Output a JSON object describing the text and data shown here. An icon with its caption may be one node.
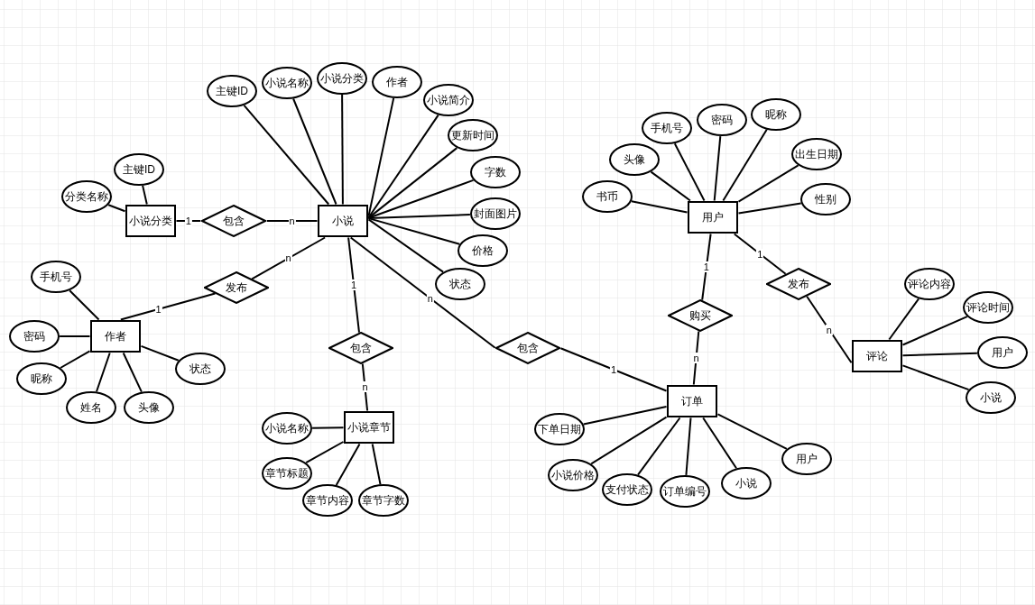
{
  "diagram": {
    "nodes": [
      {
        "text": [
          "主键ID"
        ]
      },
      {
        "text": [
          "小说名称"
        ]
      },
      {
        "text": [
          "小说分类"
        ]
      },
      {
        "text": [
          "作者"
        ]
      },
      {
        "text": [
          "小说简介"
        ]
      },
      {
        "text": [
          "更新时间"
        ]
      },
      {
        "text": [
          "字数"
        ]
      },
      {
        "text": [
          "封面图片"
        ]
      },
      {
        "text": [
          "价格"
        ]
      },
      {
        "text": [
          "状态"
        ]
      },
      {
        "text": [
          "主键ID"
        ]
      },
      {
        "text": [
          "分类名称"
        ]
      },
      {
        "text": [
          "小说分类"
        ]
      },
      {
        "text": [
          "包含"
        ]
      },
      {
        "text": [
          "小说"
        ]
      },
      {
        "text": [
          "手机号"
        ]
      },
      {
        "text": [
          "密码"
        ]
      },
      {
        "text": [
          "昵称"
        ]
      },
      {
        "text": [
          "头像"
        ]
      },
      {
        "text": [
          "出生日期"
        ]
      },
      {
        "text": [
          "书币"
        ]
      },
      {
        "text": [
          "性别"
        ]
      },
      {
        "text": [
          "用户"
        ]
      },
      {
        "text": [
          "手机号"
        ]
      },
      {
        "text": [
          "发布"
        ]
      },
      {
        "text": [
          "发布"
        ]
      },
      {
        "text": [
          "评论内容"
        ]
      },
      {
        "text": [
          "购买"
        ]
      },
      {
        "text": [
          "作者"
        ]
      },
      {
        "text": [
          "密码"
        ]
      },
      {
        "text": [
          "包含"
        ]
      },
      {
        "text": [
          "包含"
        ]
      },
      {
        "text": [
          "评论时间"
        ]
      },
      {
        "text": [
          "评论"
        ]
      },
      {
        "text": [
          "用户"
        ]
      },
      {
        "text": [
          "状态"
        ]
      },
      {
        "text": [
          "昵称"
        ]
      },
      {
        "text": [
          "小说"
        ]
      },
      {
        "text": [
          "订单"
        ]
      },
      {
        "text": [
          "姓名"
        ]
      },
      {
        "text": [
          "头像"
        ]
      },
      {
        "text": [
          "小说章节"
        ]
      },
      {
        "text": [
          "小说名称"
        ]
      },
      {
        "text": [
          "下单日期"
        ]
      },
      {
        "text": [
          "用户"
        ]
      },
      {
        "text": [
          "章节标题"
        ]
      },
      {
        "text": [
          "小说价格"
        ]
      },
      {
        "text": [
          "小说"
        ]
      },
      {
        "text": [
          "支付状态"
        ]
      },
      {
        "text": [
          "订单编号"
        ]
      },
      {
        "text": [
          "章节内容"
        ]
      },
      {
        "text": [
          "章节字数"
        ]
      }
    ],
    "edges": [
      {
        "from": 14,
        "to": 0,
        "arrow": "none"
      },
      {
        "from": 14,
        "to": 1,
        "arrow": "none"
      },
      {
        "from": 14,
        "to": 2,
        "arrow": "none"
      },
      {
        "from": 14,
        "to": 3,
        "arrow": "none"
      },
      {
        "from": 14,
        "to": 4,
        "arrow": "none"
      },
      {
        "from": 14,
        "to": 5,
        "arrow": "none"
      },
      {
        "from": 14,
        "to": 6,
        "arrow": "none"
      },
      {
        "from": 14,
        "to": 7,
        "arrow": "none"
      },
      {
        "from": 14,
        "to": 8,
        "arrow": "none"
      },
      {
        "from": 14,
        "to": 9,
        "arrow": "none"
      },
      {
        "from": 12,
        "to": 10,
        "arrow": "none"
      },
      {
        "from": 12,
        "to": 11,
        "arrow": "none"
      },
      {
        "from": 12,
        "to": 13,
        "arrow": "none",
        "label": "1"
      },
      {
        "from": 13,
        "to": 14,
        "arrow": "none",
        "label": "n"
      },
      {
        "from": 22,
        "to": 15,
        "arrow": "none"
      },
      {
        "from": 22,
        "to": 16,
        "arrow": "none"
      },
      {
        "from": 22,
        "to": 17,
        "arrow": "none"
      },
      {
        "from": 22,
        "to": 18,
        "arrow": "none"
      },
      {
        "from": 22,
        "to": 19,
        "arrow": "none"
      },
      {
        "from": 22,
        "to": 20,
        "arrow": "none"
      },
      {
        "from": 22,
        "to": 21,
        "arrow": "none"
      },
      {
        "from": 28,
        "to": 23,
        "arrow": "none"
      },
      {
        "from": 28,
        "to": 29,
        "arrow": "none"
      },
      {
        "from": 28,
        "to": 35,
        "arrow": "none"
      },
      {
        "from": 28,
        "to": 36,
        "arrow": "none"
      },
      {
        "from": 28,
        "to": 39,
        "arrow": "none"
      },
      {
        "from": 28,
        "to": 40,
        "arrow": "none"
      },
      {
        "from": 28,
        "to": 24,
        "arrow": "none",
        "label": "1"
      },
      {
        "from": 24,
        "to": 14,
        "arrow": "none",
        "label": "n"
      },
      {
        "from": 14,
        "to": 30,
        "arrow": "none",
        "label": "1"
      },
      {
        "from": 30,
        "to": 41,
        "arrow": "none",
        "label": "n"
      },
      {
        "from": 41,
        "to": 42,
        "arrow": "none"
      },
      {
        "from": 41,
        "to": 45,
        "arrow": "none"
      },
      {
        "from": 41,
        "to": 50,
        "arrow": "none"
      },
      {
        "from": 41,
        "to": 51,
        "arrow": "none"
      },
      {
        "from": 14,
        "to": 31,
        "arrow": "none",
        "label": "n"
      },
      {
        "from": 31,
        "to": 38,
        "arrow": "none",
        "label": "1"
      },
      {
        "from": 22,
        "to": 27,
        "arrow": "none",
        "label": "1"
      },
      {
        "from": 27,
        "to": 38,
        "arrow": "none",
        "label": "n"
      },
      {
        "from": 22,
        "to": 25,
        "arrow": "none",
        "label": "1"
      },
      {
        "from": 25,
        "to": 33,
        "arrow": "none",
        "label": "n"
      },
      {
        "from": 38,
        "to": 43,
        "arrow": "none"
      },
      {
        "from": 38,
        "to": 44,
        "arrow": "none"
      },
      {
        "from": 38,
        "to": 46,
        "arrow": "none"
      },
      {
        "from": 38,
        "to": 47,
        "arrow": "none"
      },
      {
        "from": 38,
        "to": 48,
        "arrow": "none"
      },
      {
        "from": 38,
        "to": 49,
        "arrow": "none"
      },
      {
        "from": 33,
        "to": 26,
        "arrow": "none"
      },
      {
        "from": 33,
        "to": 32,
        "arrow": "none"
      },
      {
        "from": 33,
        "to": 34,
        "arrow": "none"
      },
      {
        "from": 33,
        "to": 37,
        "arrow": "none"
      }
    ]
  }
}
